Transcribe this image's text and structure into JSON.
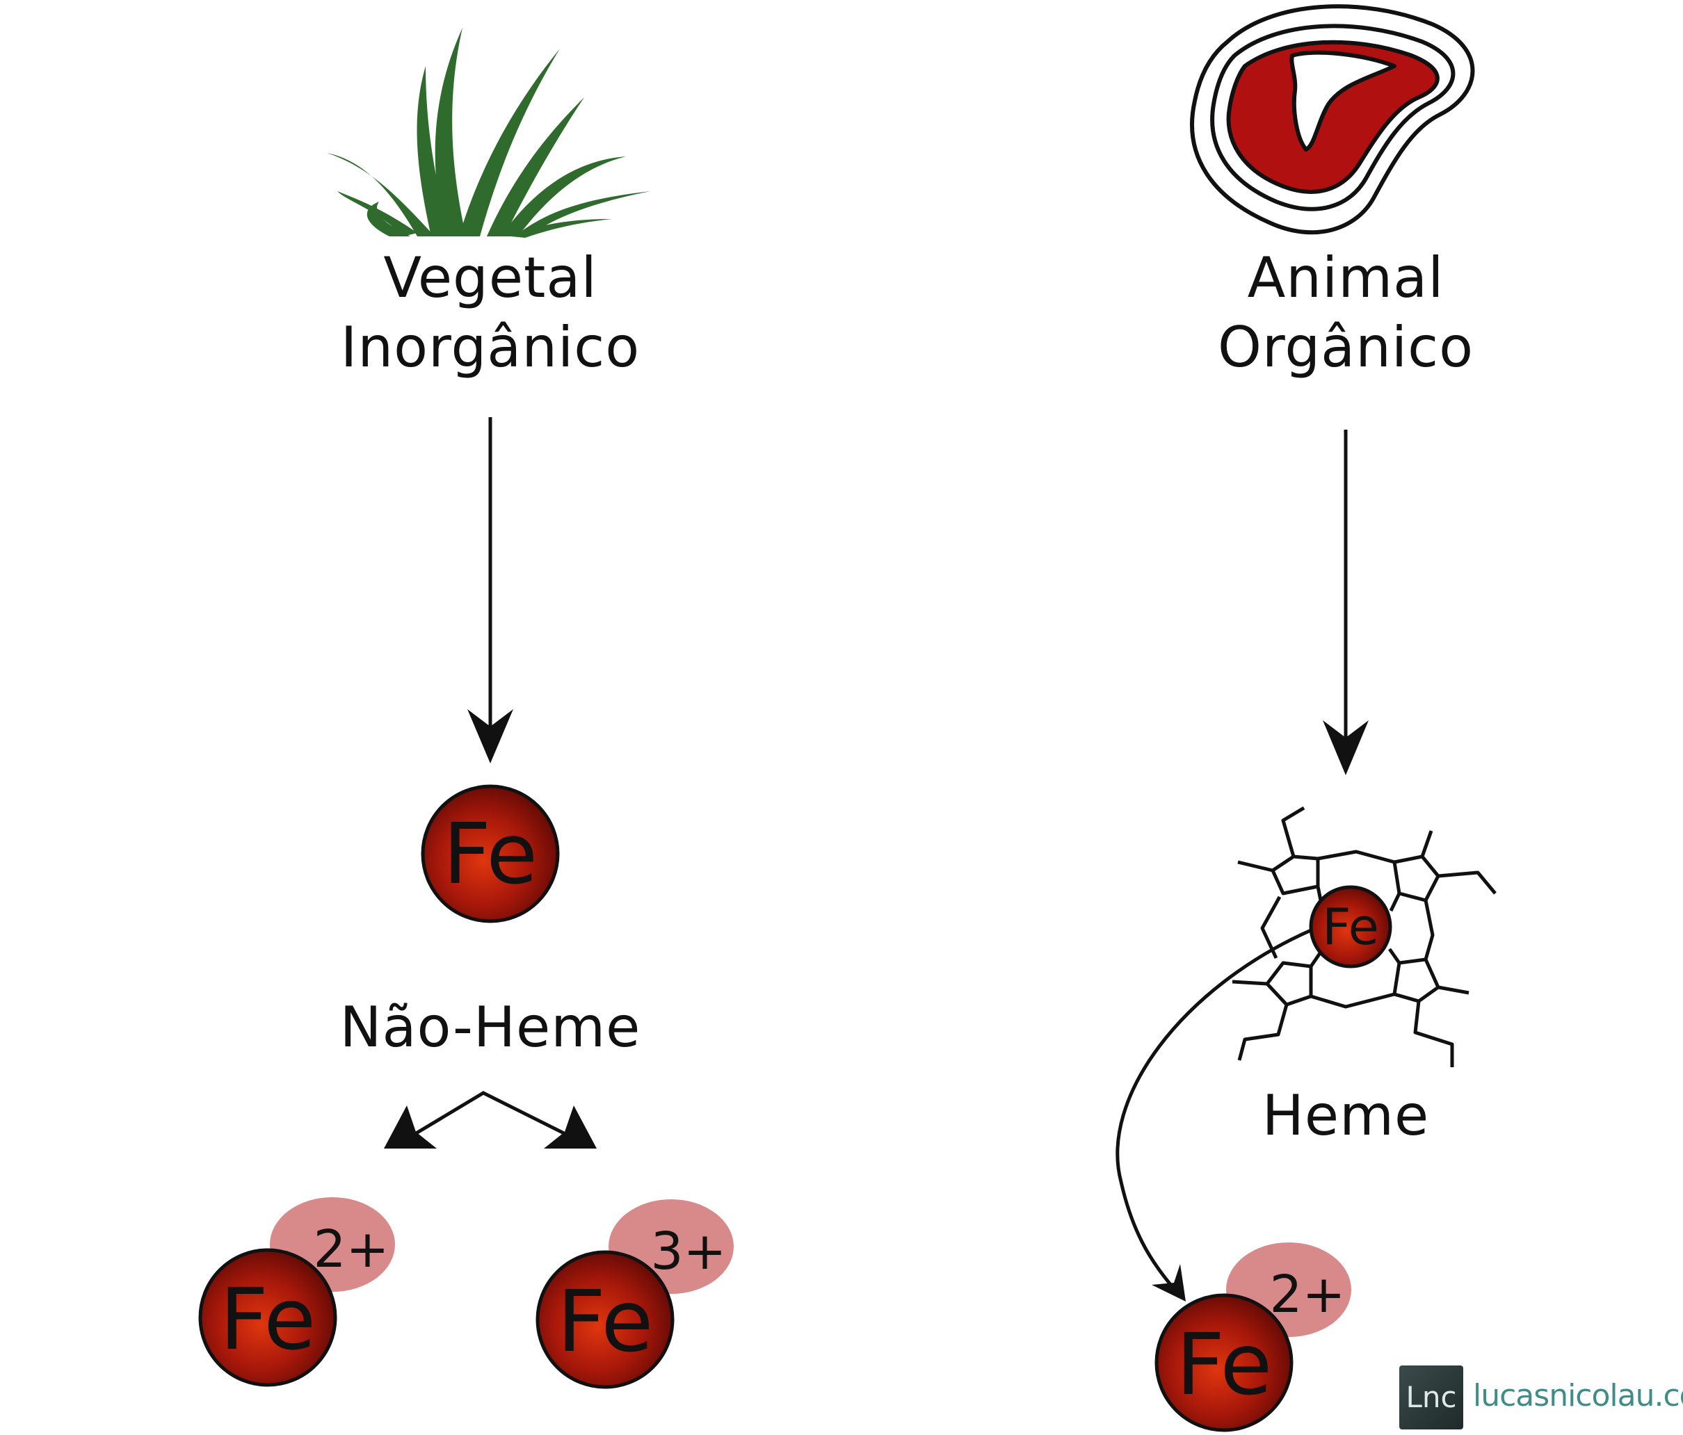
{
  "left": {
    "title_line1": "Vegetal",
    "title_line2": "Inorgânico",
    "center_atom": "Fe",
    "type_label": "Não-Heme",
    "ion_a": {
      "symbol": "Fe",
      "charge": "2+"
    },
    "ion_b": {
      "symbol": "Fe",
      "charge": "3+"
    }
  },
  "right": {
    "title_line1": "Animal",
    "title_line2": "Orgânico",
    "heme_atom": "Fe",
    "type_label": "Heme",
    "ion": {
      "symbol": "Fe",
      "charge": "2+"
    }
  },
  "credit": {
    "logo_text": "Lnc",
    "site": "lucasnicolau.com"
  },
  "colors": {
    "plant": "#2f6b2c",
    "meat_red": "#b01010",
    "atom_dark": "#6b0b05",
    "atom_light": "#c42a0c",
    "charge_pink": "#d88a8a",
    "ink": "#111111",
    "credit_teal": "#3f8c88"
  }
}
